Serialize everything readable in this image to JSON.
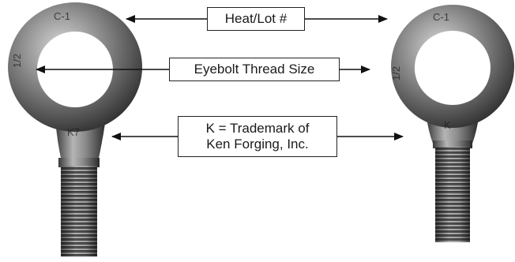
{
  "labels": {
    "heat_lot": "Heat/Lot #",
    "thread_size": "Eyebolt Thread Size",
    "trademark_line1": "K = Trademark of",
    "trademark_line2": "Ken Forging, Inc."
  },
  "stamps": {
    "left_heat": "C-1",
    "left_size": "1/2",
    "left_mark": "K7",
    "right_heat": "C-1",
    "right_size": "1/2",
    "right_mark": "K"
  },
  "colors": {
    "steel_dark": "#3a3a3a",
    "steel_mid": "#8a8a8a",
    "steel_light": "#d8d8d8",
    "arrow": "#111111"
  }
}
